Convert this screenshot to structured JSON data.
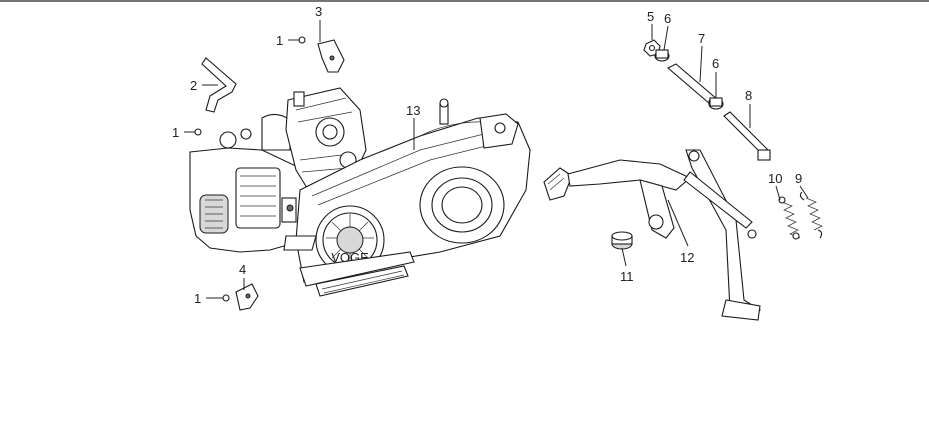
{
  "diagram": {
    "callouts": [
      {
        "id": "c1a",
        "text": "1"
      },
      {
        "id": "c1b",
        "text": "1"
      },
      {
        "id": "c1c",
        "text": "1"
      },
      {
        "id": "c2",
        "text": "2"
      },
      {
        "id": "c3",
        "text": "3"
      },
      {
        "id": "c4",
        "text": "4"
      },
      {
        "id": "c5",
        "text": "5"
      },
      {
        "id": "c6a",
        "text": "6"
      },
      {
        "id": "c6b",
        "text": "6"
      },
      {
        "id": "c7",
        "text": "7"
      },
      {
        "id": "c8",
        "text": "8"
      },
      {
        "id": "c9",
        "text": "9"
      },
      {
        "id": "c10",
        "text": "10"
      },
      {
        "id": "c11",
        "text": "11"
      },
      {
        "id": "c12",
        "text": "12"
      },
      {
        "id": "c13",
        "text": "13"
      }
    ],
    "cover_logo_text": "VOGE"
  }
}
